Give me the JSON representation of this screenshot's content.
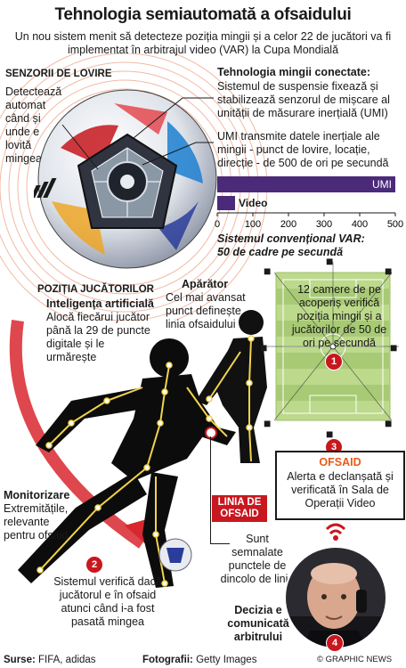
{
  "title": "Tehnologia semiautomată a ofsaidului",
  "subtitle": "Un nou sistem menit să detecteze poziția mingii și a celor 22 de jucători va fi implementat în arbitrajul video (VAR) la Cupa Mondială",
  "impact_sensors": {
    "heading": "SENZORII DE LOVIRE",
    "text": "Detectează automat când și unde e lovită mingea"
  },
  "connected_ball": {
    "heading": "Tehnologia mingii conectate:",
    "text1": "Sistemul de suspensie fixează și stabilizează senzorul de mișcare al unității de măsurare inerțială (UMI)",
    "text2": "UMI transmite datele inerțiale ale mingii - punct de lovire, locație, direcție - de 500 de ori pe secundă"
  },
  "chart": {
    "bar_umi_label": "UMI",
    "bar_video_label": "Video",
    "ticks": [
      "0",
      "100",
      "200",
      "300",
      "400",
      "500"
    ],
    "caption": "Sistemul convențional VAR: 50 de cadre pe secundă"
  },
  "chart_data": {
    "type": "bar",
    "categories": [
      "UMI",
      "Video"
    ],
    "values": [
      500,
      50
    ],
    "xlim": [
      0,
      500
    ],
    "title": "",
    "xlabel": "",
    "ylabel": ""
  },
  "player_positions": {
    "heading": "POZIȚIA JUCĂTORILOR",
    "ai_heading": "Inteligența artificială",
    "ai_text": "Alocă fiecărui jucător până la 29 de puncte digitale și le urmărește"
  },
  "defender": {
    "heading": "Apărător",
    "text": "Cel mai avansat punct definește linia ofsaidului"
  },
  "cameras": {
    "text": "12 camere de pe acoperiș verifică poziția mingii și a jucătorilor de 50 de ori pe secundă"
  },
  "monitoring": {
    "heading": "Monitorizare",
    "text": "Extremitățile, relevante pentru ofsaid"
  },
  "step2_text": "Sistemul verifică dacă jucătorul e în ofsaid atunci când i-a fost pasată mingea",
  "offside_line": {
    "label": "LINIA DE OFSAID",
    "text": "Sunt semnalate punctele de dincolo de linie"
  },
  "offside_box": {
    "heading": "OFSAID",
    "text": "Alerta e declanșată și verificată în Sala de Operații Video"
  },
  "decision_text": "Decizia e comunicată arbitrului",
  "badges": [
    "1",
    "2",
    "3",
    "4"
  ],
  "footer": {
    "sources_label": "Surse:",
    "sources": "FIFA, adidas",
    "photos_label": "Fotografii:",
    "photos": "Getty Images",
    "credit": "© GRAPHIC NEWS"
  },
  "colors": {
    "accent_red": "#c8171e",
    "accent_orange": "#e85a1a",
    "bar_purple": "#4b2a7a",
    "skeleton_yellow": "#f1d34a",
    "pitch_green": "#bcd98c"
  },
  "icons": [
    "soccer-ball-icon",
    "camera-icon",
    "wifi-signal-icon",
    "player-silhouette-icon",
    "referee-photo-icon"
  ]
}
